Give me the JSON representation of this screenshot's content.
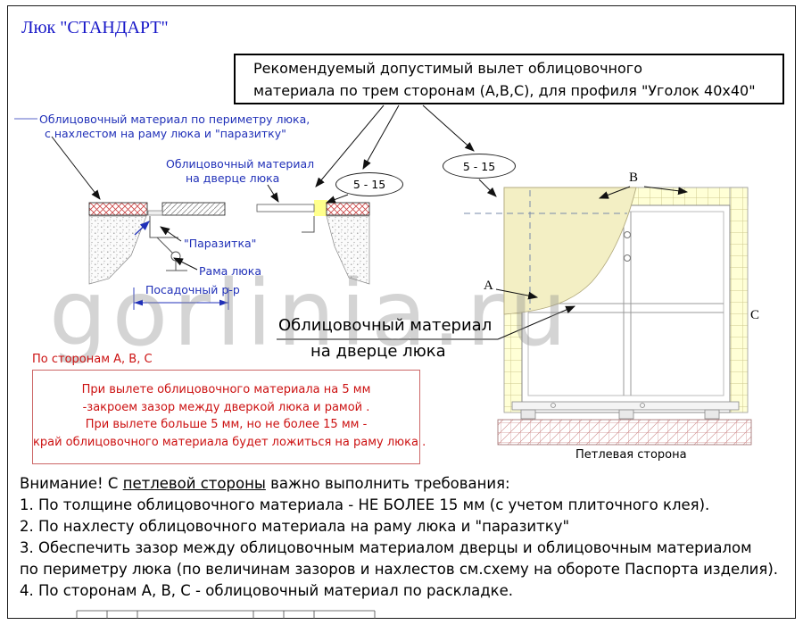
{
  "page": {
    "title": "Люк \"СТАНДАРТ\"",
    "watermark": "gorlinia.ru"
  },
  "top_note": {
    "line1": "Рекомендуемый допустимый вылет облицовочного",
    "line2": "материала по трем сторонам (А,В,С), для профиля \"Уголок 40х40\""
  },
  "callouts": {
    "perimeter_line1": "Облицовочный материал по периметру люка,",
    "perimeter_line2": "с нахлестом на раму люка и \"паразитку\"",
    "door_line1": "Облицовочный материал",
    "door_line2": "на дверце люка",
    "offset_left": "5 - 15",
    "offset_right": "5 - 15",
    "parazitka": "\"Паразитка\"",
    "frame": "Рама люка",
    "seat_size": "Посадочный р-р",
    "door_material_line1": "Облицовочный материал",
    "door_material_line2": "на дверце люка",
    "side_a": "А",
    "side_b": "В",
    "side_c": "С",
    "hinge_side": "Петлевая сторона"
  },
  "red_note": {
    "heading": "По сторонам А, В, С",
    "line1": "При вылете облицовочного материала  на 5 мм",
    "line2": "-закроем зазор между дверкой люка и рамой .",
    "line3": "При вылете больше 5 мм, но не более 15 мм -",
    "line4": "край облицовочного материала будет ложиться на раму люка ."
  },
  "requirements": {
    "intro_prefix": "Внимание! С ",
    "intro_underlined": "петлевой стороны",
    "intro_suffix": " важно выполнить требования:",
    "items": [
      "1. По толщине облицовочного материала - НЕ БОЛЕЕ 15 мм (с учетом плиточного клея).",
      "2. По нахлесту облицовочного материала на раму люка и \"паразитку\"",
      "3. Обеспечить зазор между облицовочным материалом дверцы и облицовочным материалом",
      " по периметру люка (по величинам зазоров и нахлестов см.схему на обороте Паспорта изделия).",
      "4. По сторонам А, В, С - облицовочный материал по раскладке."
    ]
  },
  "colors": {
    "accent_blue": "#2030b8",
    "alert_red": "#cc1111",
    "tile_yellow": "#ffffd6",
    "material_cream": "#f3efc4"
  }
}
